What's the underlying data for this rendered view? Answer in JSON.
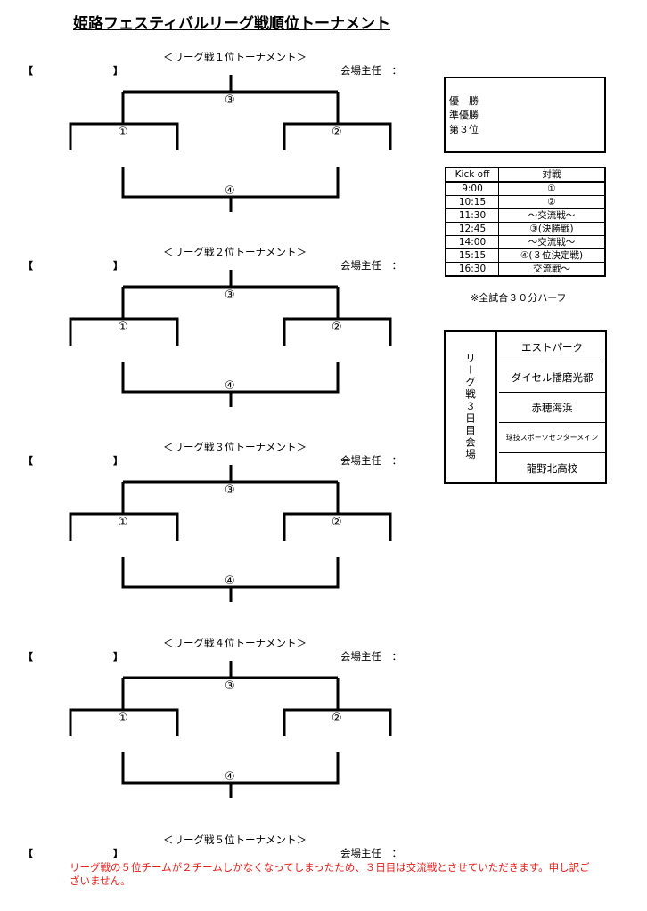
{
  "title": "姫路フェスティバルリーグ戦順位トーナメント",
  "sections": [
    {
      "heading": "＜リーグ戦１位トーナメント＞",
      "bracket_open": "【",
      "bracket_close": "】",
      "venue_label": "会場主任　：",
      "final": "③",
      "left": "①",
      "right": "②",
      "third": "④"
    },
    {
      "heading": "＜リーグ戦２位トーナメント＞",
      "bracket_open": "【",
      "bracket_close": "】",
      "venue_label": "会場主任　：",
      "final": "③",
      "left": "①",
      "right": "②",
      "third": "④"
    },
    {
      "heading": "＜リーグ戦３位トーナメント＞",
      "bracket_open": "【",
      "bracket_close": "】",
      "venue_label": "会場主任　：",
      "final": "③",
      "left": "①",
      "right": "②",
      "third": "④"
    },
    {
      "heading": "＜リーグ戦４位トーナメント＞",
      "bracket_open": "【",
      "bracket_close": "】",
      "venue_label": "会場主任　：",
      "final": "③",
      "left": "①",
      "right": "②",
      "third": "④"
    },
    {
      "heading": "＜リーグ戦５位トーナメント＞",
      "bracket_open": "【",
      "bracket_close": "】",
      "venue_label": "会場主任　："
    }
  ],
  "results": {
    "winner": "優　勝",
    "runner_up": "準優勝",
    "third": "第３位"
  },
  "schedule": {
    "headers": [
      "Kick off",
      "対戦"
    ],
    "rows": [
      [
        "9:00",
        "①"
      ],
      [
        "10:15",
        "②"
      ],
      [
        "11:30",
        "～交流戦～"
      ],
      [
        "12:45",
        "③(決勝戦)"
      ],
      [
        "14:00",
        "～交流戦～"
      ],
      [
        "15:15",
        "④(３位決定戦)"
      ],
      [
        "16:30",
        "交流戦～"
      ]
    ],
    "note": "※全試合３０分ハーフ"
  },
  "venues": {
    "label": "リーグ戦３日目会場",
    "items": [
      "エストパーク",
      "ダイセル播磨光都",
      "赤穂海浜",
      "球技スポーツセンターメイン",
      "龍野北高校"
    ]
  },
  "footer_note": "リーグ戦の５位チームが２チームしかなくなってしまったため、３日目は交流戦とさせていただきます。申し訳ございません。"
}
